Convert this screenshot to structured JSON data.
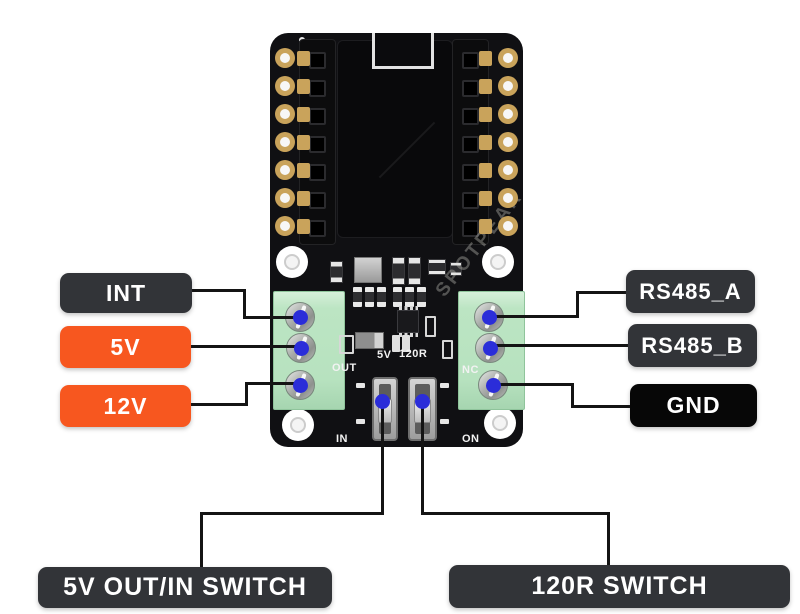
{
  "watermark": "SPOTPEAR",
  "callouts": {
    "left": [
      {
        "text": "INT",
        "style": "dark"
      },
      {
        "text": "5V",
        "style": "orange"
      },
      {
        "text": "12V",
        "style": "orange"
      }
    ],
    "right": [
      {
        "text": "RS485_A",
        "style": "dark"
      },
      {
        "text": "RS485_B",
        "style": "dark"
      },
      {
        "text": "GND",
        "style": "black"
      }
    ],
    "bottom": [
      {
        "text": "5V OUT/IN SWITCH",
        "style": "dark"
      },
      {
        "text": "120R SWITCH",
        "style": "dark"
      }
    ]
  },
  "silkscreen": {
    "sw_left_top": "5V",
    "sw_right_top": "120R",
    "out": "OUT",
    "nc": "NC",
    "in": "IN",
    "on": "ON"
  },
  "colors": {
    "label_orange": "#F7571F",
    "label_dark": "#323438",
    "label_black": "#070707",
    "terminal_green": "#B7E2BF",
    "pin_dot_blue": "#2B2DD9",
    "pcb_black": "#101013",
    "pad_gold": "#C9A35B",
    "line_black": "#141414"
  }
}
